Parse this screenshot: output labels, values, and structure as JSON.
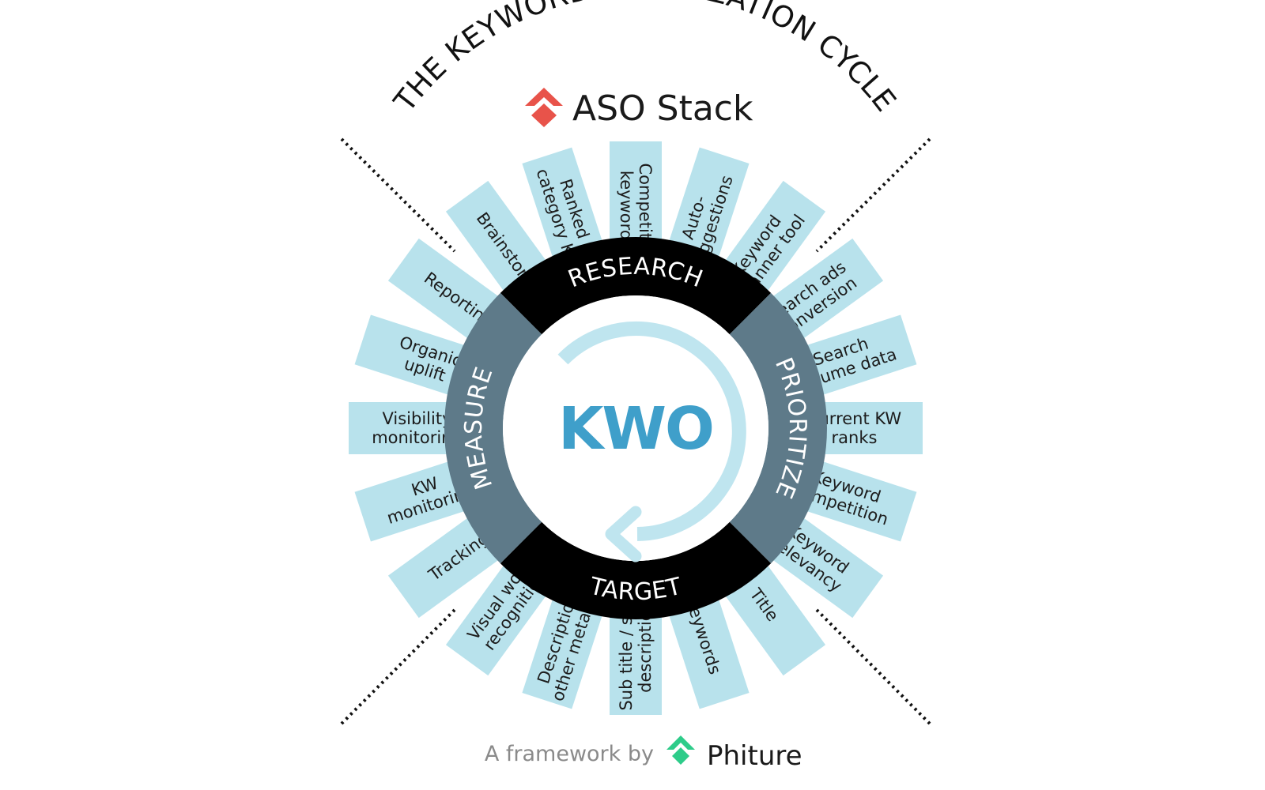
{
  "title": "THE KEYWORD OPTIMIZATION CYCLE",
  "brand": {
    "name": "ASO Stack",
    "logo": "aso-stack-logo",
    "logo_color": "#e8534a"
  },
  "center": {
    "label": "KWO",
    "color": "#3f9fca",
    "arrow_color": "#bfe5ef"
  },
  "phases": [
    {
      "label": "RESEARCH",
      "color": "#000000"
    },
    {
      "label": "PRIORITIZE",
      "color": "#5e7a89"
    },
    {
      "label": "TARGET",
      "color": "#000000"
    },
    {
      "label": "MEASURE",
      "color": "#5e7a89"
    }
  ],
  "ray_color": "#b8e2ec",
  "steps": [
    {
      "lines": [
        "Competitor",
        "keywords"
      ]
    },
    {
      "lines": [
        "Auto-",
        "suggestions"
      ]
    },
    {
      "lines": [
        "Keyword",
        "planner tool"
      ]
    },
    {
      "lines": [
        "Search ads",
        "conversion"
      ]
    },
    {
      "lines": [
        "Search",
        "volume data"
      ]
    },
    {
      "lines": [
        "Current KW",
        "ranks"
      ]
    },
    {
      "lines": [
        "Keyword",
        "competition"
      ]
    },
    {
      "lines": [
        "Keyword",
        "relevancy"
      ]
    },
    {
      "lines": [
        "Title"
      ]
    },
    {
      "lines": [
        "Keywords"
      ]
    },
    {
      "lines": [
        "Sub title / short",
        "description"
      ]
    },
    {
      "lines": [
        "Description /",
        "other metadata"
      ]
    },
    {
      "lines": [
        "Visual word",
        "recognition"
      ]
    },
    {
      "lines": [
        "Tracking"
      ]
    },
    {
      "lines": [
        "KW",
        "monitoring"
      ]
    },
    {
      "lines": [
        "Visibility",
        "monitoring"
      ]
    },
    {
      "lines": [
        "Organic",
        "uplift"
      ]
    },
    {
      "lines": [
        "Reporting"
      ]
    },
    {
      "lines": [
        "Brainstorm"
      ]
    },
    {
      "lines": [
        "Ranked &",
        "category KWs"
      ]
    }
  ],
  "footer": {
    "prefix": "A framework by",
    "brand": "Phiture",
    "logo": "phiture-logo",
    "logo_color": "#2ecc8a"
  }
}
